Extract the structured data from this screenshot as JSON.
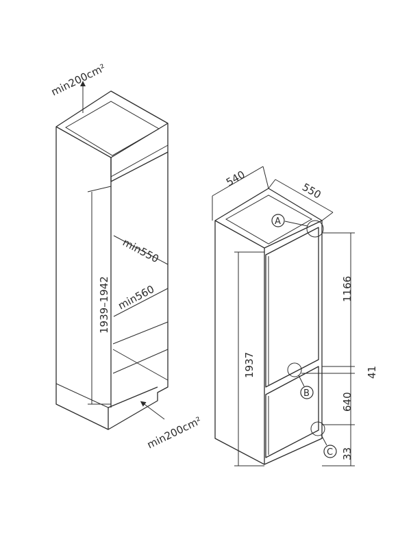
{
  "labels": {
    "vent_top": "min200cm²",
    "vent_bottom": "min200cm²",
    "niche_height": "1939–1942",
    "niche_depth": "min550",
    "niche_width": "min560",
    "appliance_width": "540",
    "appliance_depth": "550",
    "appliance_height": "1937",
    "upper_door_height": "1166",
    "door_gap": "41",
    "lower_door_height": "640",
    "bottom_offset": "33"
  },
  "callouts": {
    "a": "A",
    "b": "B",
    "c": "C"
  }
}
